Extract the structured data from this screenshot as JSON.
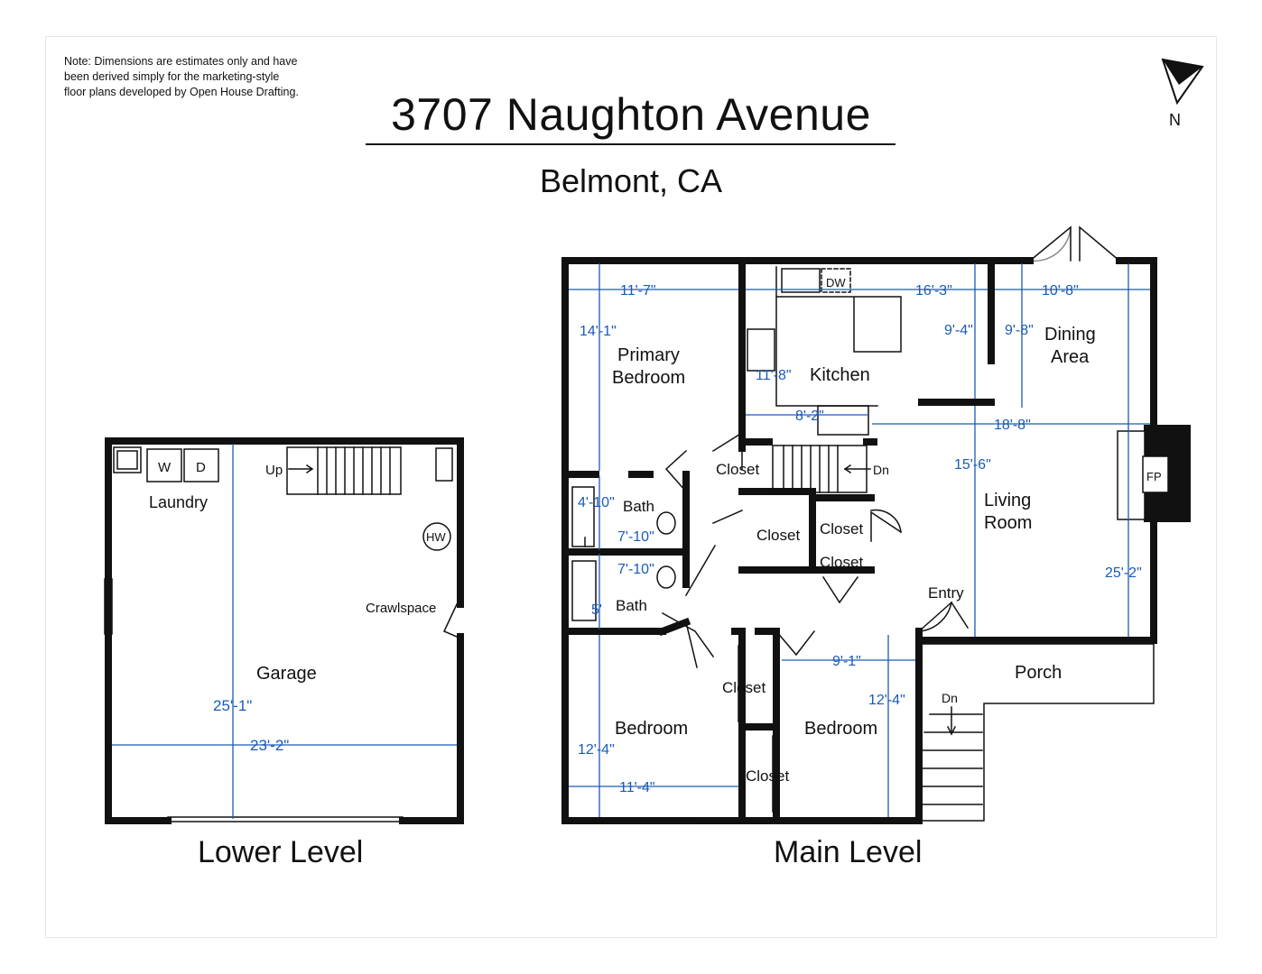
{
  "header": {
    "note": "Note: Dimensions are estimates only and have been derived simply for the marketing-style floor plans developed by Open House Drafting.",
    "title": "3707 Naughton Avenue",
    "subtitle": "Belmont, CA",
    "north_label": "N"
  },
  "colors": {
    "wall": "#111111",
    "dimension": "#1a5ab8",
    "background": "#ffffff"
  },
  "lower_level": {
    "label": "Lower Level",
    "rooms": {
      "laundry": "Laundry",
      "garage": "Garage",
      "crawlspace": "Crawlspace"
    },
    "fixtures": {
      "washer": "W",
      "dryer": "D",
      "water_heater": "HW",
      "stairs_up": "Up"
    },
    "dimensions": {
      "garage_depth": "25'-1\"",
      "garage_width": "23'-2\""
    }
  },
  "main_level": {
    "label": "Main Level",
    "rooms": {
      "primary_bedroom": [
        "Primary",
        "Bedroom"
      ],
      "kitchen": "Kitchen",
      "dining_area": [
        "Dining",
        "Area"
      ],
      "living_room": [
        "Living",
        "Room"
      ],
      "bath_upper": "Bath",
      "bath_lower": "Bath",
      "bedroom_left": "Bedroom",
      "bedroom_right": "Bedroom",
      "porch": "Porch",
      "entry": "Entry",
      "closet_stair": "Closet",
      "closet_hall": "Closet",
      "closet_small_top": "Closet",
      "closet_small_bottom": "Closet",
      "closet_bedroom_left": "Closet",
      "closet_bedroom_right": "Closet"
    },
    "fixtures": {
      "dishwasher": "DW",
      "fireplace": "FP",
      "stairs_down": "Dn",
      "porch_stairs_down": "Dn"
    },
    "dimensions": {
      "primary_width": "11'-7\"",
      "primary_depth": "14'-1\"",
      "kitchen_width": "16'-3\"",
      "kitchen_depth": "11'-8\"",
      "kitchen_lower": "8'-2\"",
      "kitchen_side": "9'-4\"",
      "dining_width": "10'-8\"",
      "dining_depth": "9'-8\"",
      "living_width": "18'-8\"",
      "living_depth": "15'-6\"",
      "living_total": "25'-2\"",
      "bath_upper_width": "4'-10\"",
      "bath_upper_length": "7'-10\"",
      "bath_lower_length": "7'-10\"",
      "bath_lower_width": "5'",
      "bedroom_left_depth": "12'-4\"",
      "bedroom_left_width": "11'-4\"",
      "bedroom_right_width": "9'-1\"",
      "bedroom_right_depth": "12'-4\""
    }
  }
}
